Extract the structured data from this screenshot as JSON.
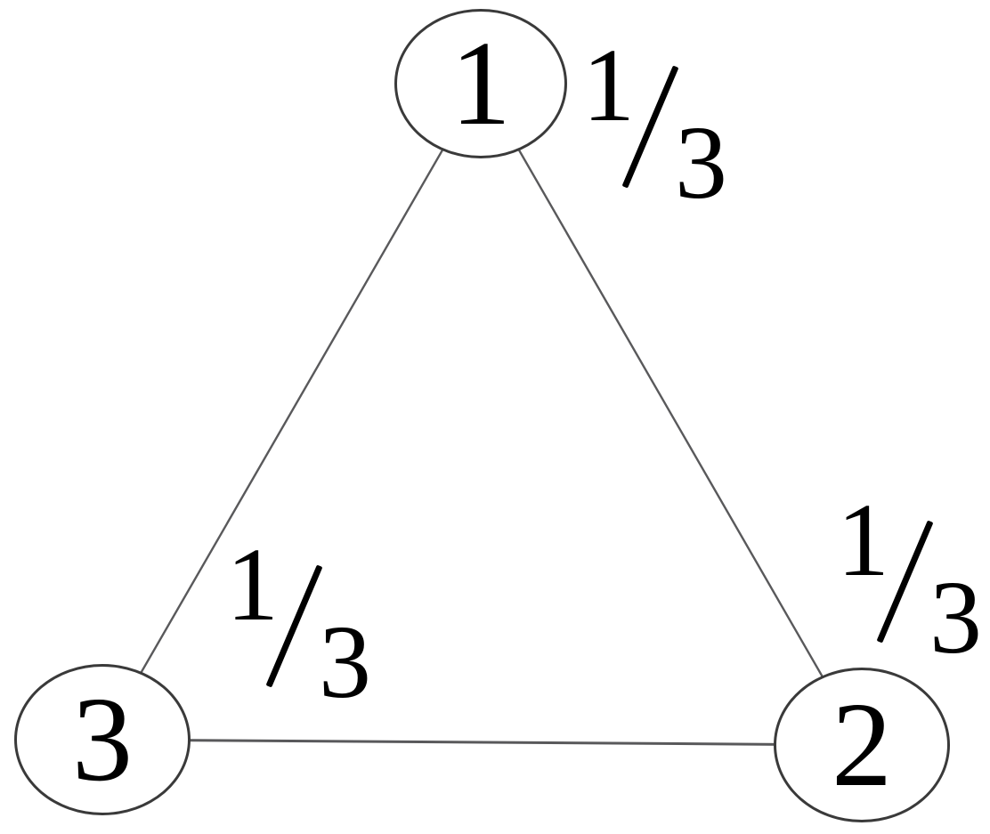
{
  "diagram": {
    "type": "undirected-graph",
    "background": "#ffffff",
    "nodes": [
      {
        "id": "1",
        "label": "1",
        "position": "top-center",
        "value_label": {
          "text": "1/3",
          "num": "1",
          "den": "3",
          "placement": "right-of-node"
        }
      },
      {
        "id": "2",
        "label": "2",
        "position": "bottom-right",
        "value_label": {
          "text": "1/3",
          "num": "1",
          "den": "3",
          "placement": "above-node"
        }
      },
      {
        "id": "3",
        "label": "3",
        "position": "bottom-left",
        "value_label": {
          "text": "1/3",
          "num": "1",
          "den": "3",
          "placement": "above-right-of-node"
        }
      }
    ],
    "edges": [
      {
        "from": "1",
        "to": "3"
      },
      {
        "from": "1",
        "to": "2"
      },
      {
        "from": "3",
        "to": "2"
      }
    ],
    "colors": {
      "node_fill": "#ffffff",
      "node_stroke": "#3a3a3a",
      "edge_stroke": "#59595b",
      "text": "#000000"
    }
  }
}
